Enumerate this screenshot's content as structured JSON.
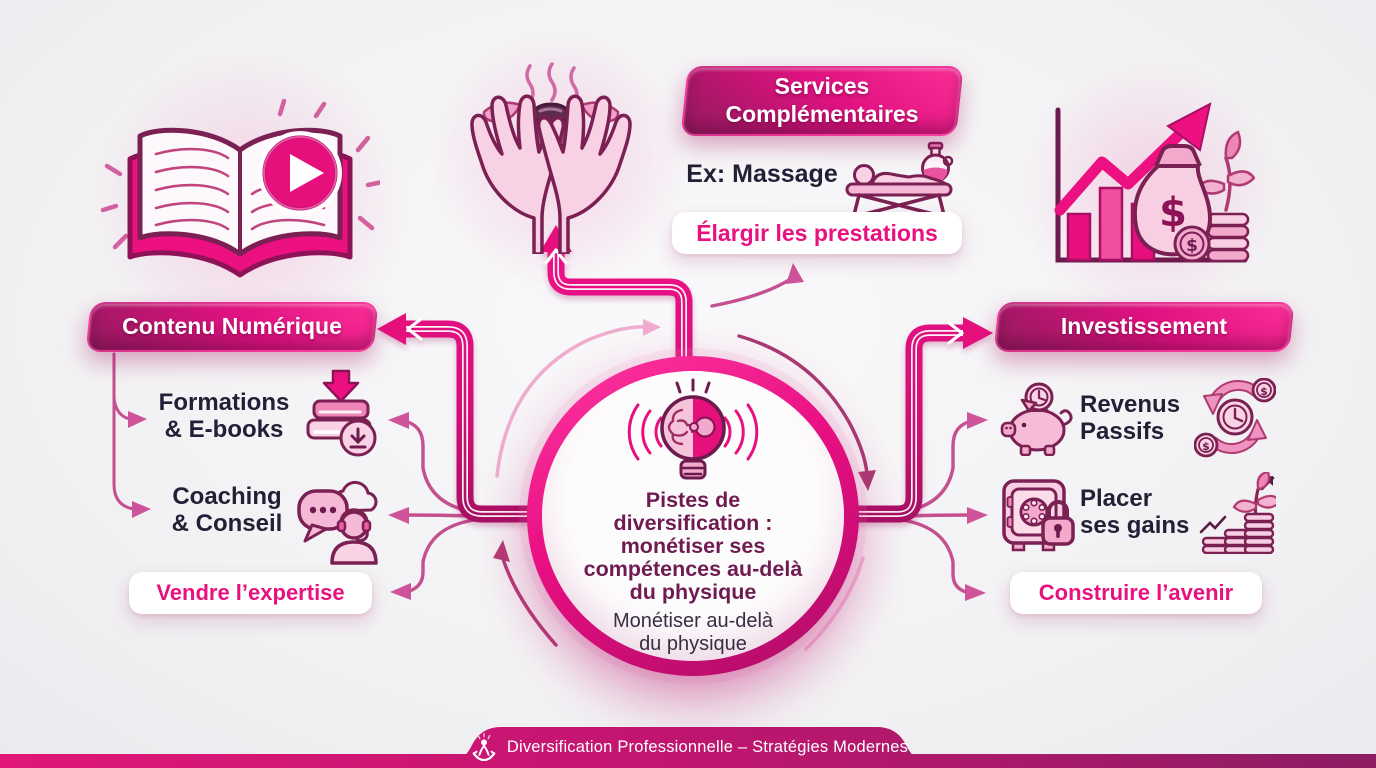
{
  "palette": {
    "accent_magenta": "#e8107e",
    "dark_outline": "#7b2053",
    "pill_gradient_light": "#fb2f97",
    "pill_gradient_dark": "#8e1b5b",
    "text_dark": "#241e36",
    "title_plum": "#701a52",
    "light_pink": "#f8d2e4",
    "background": "#f2f1f3"
  },
  "center": {
    "title_lines": [
      "Pistes de",
      "diversification :",
      "monétiser ses",
      "compétences au-delà",
      "du physique"
    ],
    "subtitle_lines": [
      "Monétiser au-delà",
      "du physique"
    ]
  },
  "digital": {
    "header": "Contenu Numérique",
    "items": [
      {
        "line1": "Formations",
        "line2": "& E-books"
      },
      {
        "line1": "Coaching",
        "line2": "& Conseil"
      }
    ],
    "callout": "Vendre l’expertise"
  },
  "services": {
    "header_line1": "Services",
    "header_line2": "Complémentaires",
    "example": "Ex: Massage",
    "callout": "Élargir les prestations"
  },
  "investment": {
    "header": "Investissement",
    "items": [
      {
        "line1": "Revenus",
        "line2": "Passifs"
      },
      {
        "line1": "Placer",
        "line2": "ses gains"
      }
    ],
    "callout": "Construire l’avenir"
  },
  "footer": {
    "banner": "Diversification Professionnelle – Stratégies Modernes"
  },
  "icons": {
    "open-book-play-icon": "open book with video play button",
    "hands-stones-icon": "cupped hands holding spa stones",
    "growth-chart-money-icon": "rising chart with money bag and coins",
    "books-download-icon": "stacked books with download arrow",
    "chat-headset-icon": "speech bubble and support person with headset",
    "massage-table-icon": "person on massage table with oil bottle",
    "piggy-bank-clock-icon": "piggy bank with clock coin",
    "coins-cycle-icon": "circulating arrows with coins and clock",
    "safe-padlock-icon": "safe with padlock",
    "plant-coins-icon": "plant growing from coin stacks",
    "bulb-brain-icon": "half brain half lightbulb with sound waves",
    "care-hands-logo-icon": "hands cradling a person"
  }
}
